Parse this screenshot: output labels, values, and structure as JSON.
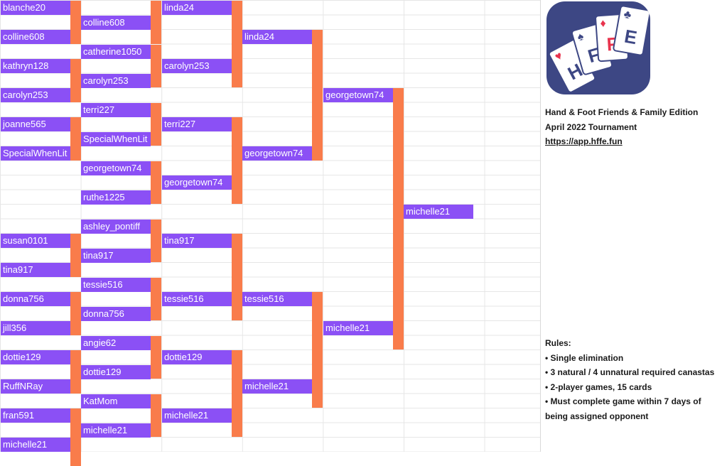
{
  "colors": {
    "slot": "#8b50f5",
    "connector": "#f97c4b",
    "logo_bg": "#3d4784"
  },
  "bracket": {
    "round1": [
      "blanche20",
      "colline608",
      "kathryn128",
      "carolyn253",
      "joanne565",
      "SpecialWhenLit",
      "susan0101",
      "tina917",
      "donna756",
      "jill356",
      "dottie129",
      "RuffNRay",
      "fran591",
      "michelle21"
    ],
    "round2": [
      "colline608",
      "catherine1050",
      "carolyn253",
      "terri227",
      "SpecialWhenLit",
      "georgetown74",
      "ruthe1225",
      "ashley_pontiff",
      "tina917",
      "tessie516",
      "donna756",
      "angie62",
      "dottie129",
      "KatMom",
      "michelle21"
    ],
    "round3": [
      "linda24",
      "carolyn253",
      "terri227",
      "georgetown74",
      "tina917",
      "tessie516",
      "dottie129",
      "michelle21"
    ],
    "round4": [
      "linda24",
      "georgetown74",
      "tessie516",
      "michelle21"
    ],
    "round5": [
      "georgetown74",
      "michelle21"
    ],
    "champion": "michelle21"
  },
  "logo": {
    "cards": [
      "H",
      "F",
      "F",
      "E"
    ],
    "suits": [
      "heart-icon",
      "spade-icon",
      "diamond-icon",
      "club-icon"
    ]
  },
  "info": {
    "title": "Hand & Foot Friends & Family Edition",
    "tournament": "April 2022 Tournament",
    "url": "https://app.hffe.fun"
  },
  "rules": {
    "heading": "Rules:",
    "items": [
      "• Single elimination",
      "• 3 natural / 4 unnatural required canastas",
      "• 2-player games, 15 cards",
      "• Must complete game within 7 days of",
      "being assigned opponent"
    ]
  }
}
